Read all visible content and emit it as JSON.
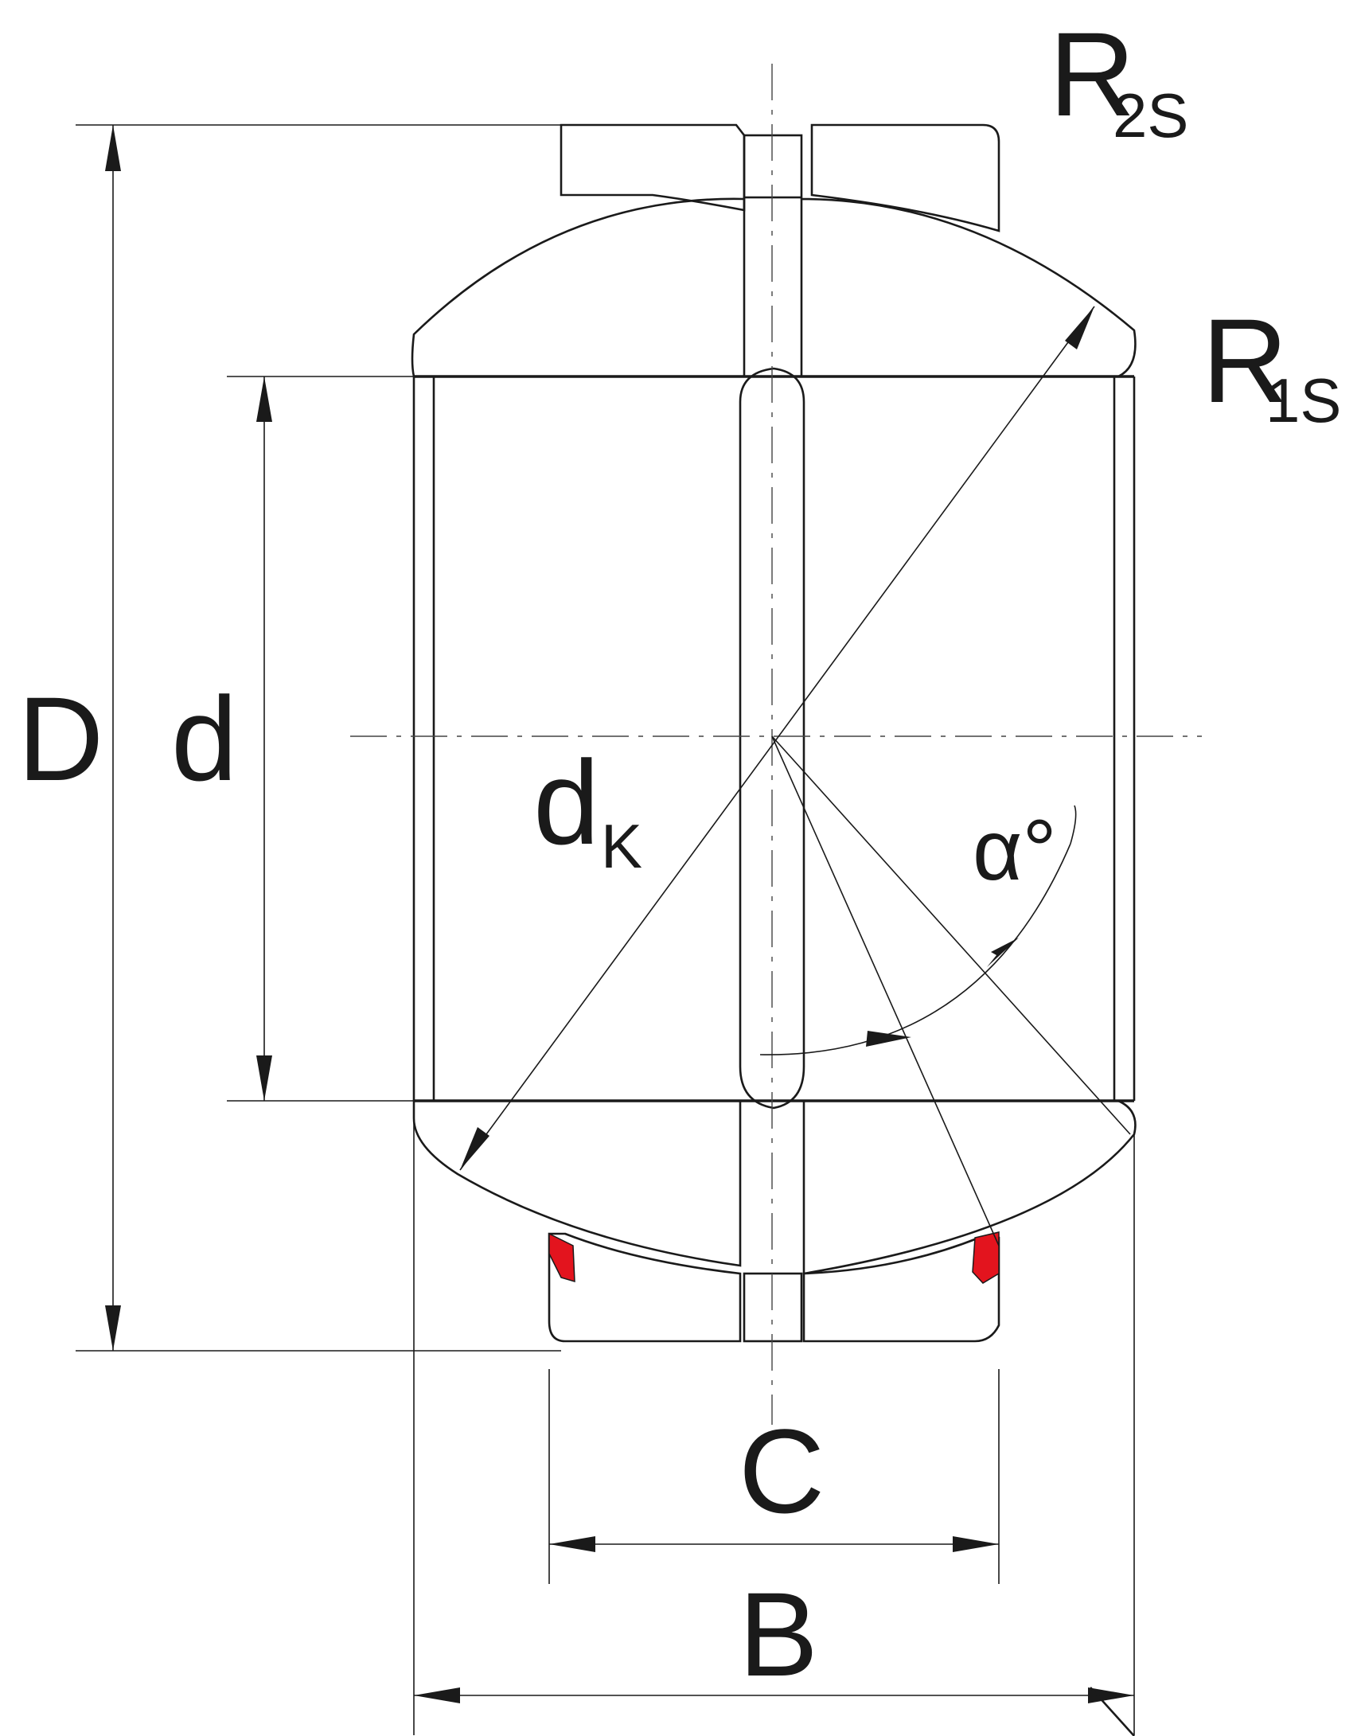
{
  "labels": {
    "R2S": {
      "main": "R",
      "sub": "2S"
    },
    "R1S": {
      "main": "R",
      "sub": "1S"
    },
    "D": "D",
    "d": "d",
    "dK": {
      "main": "d",
      "sub": "K"
    },
    "alpha": "α°",
    "C": "C",
    "B": "B"
  },
  "colors": {
    "seal": "#e3141e",
    "line": "#1a1a1a"
  }
}
